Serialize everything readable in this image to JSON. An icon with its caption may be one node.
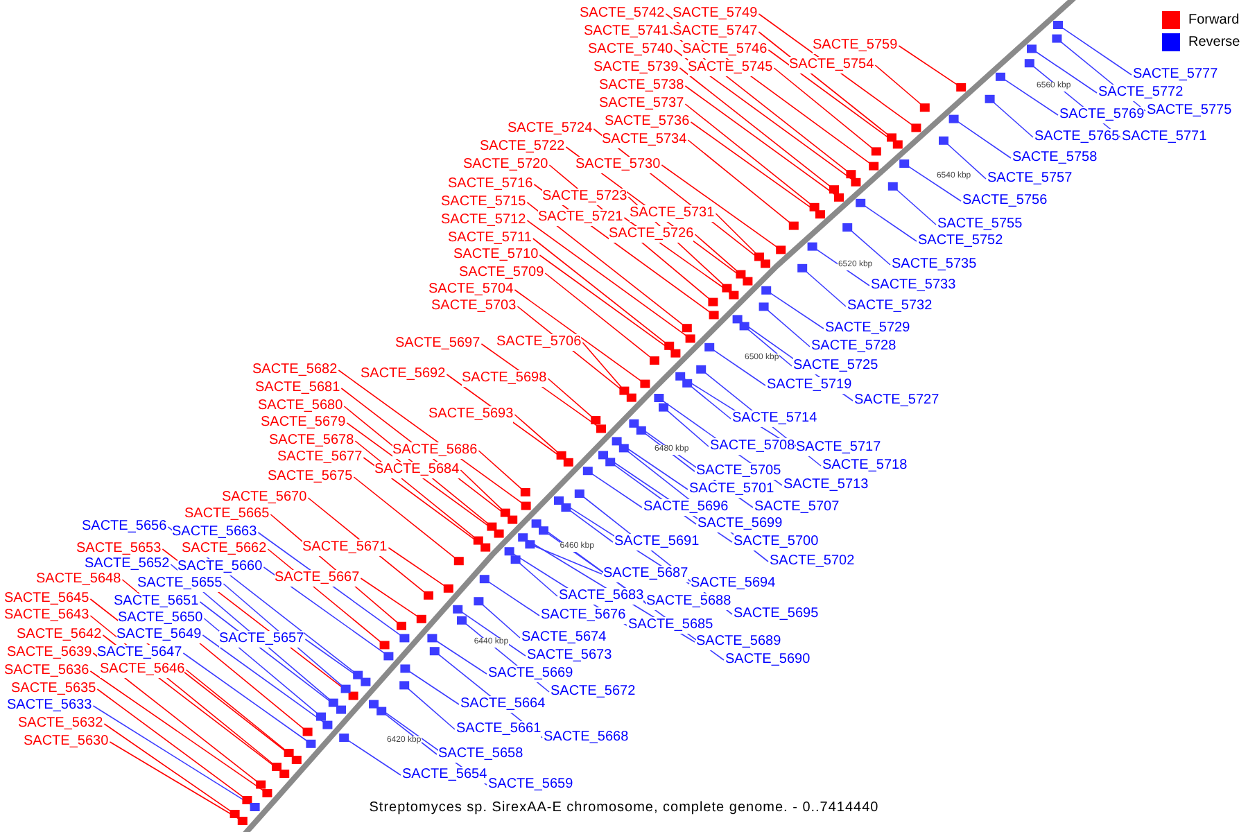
{
  "diagram": {
    "caption": "Streptomyces sp. SirexAA-E chromosome, complete genome. - 0..7414440",
    "nodes": [
      {
        "text": [
          "SACTE_5742"
        ]
      },
      {
        "text": [
          "SACTE_5741"
        ]
      },
      {
        "text": [
          "SACTE_5740"
        ]
      },
      {
        "text": [
          "SACTE_5739"
        ]
      },
      {
        "text": [
          "SACTE_5738"
        ]
      },
      {
        "text": [
          "SACTE_5737"
        ]
      },
      {
        "text": [
          "SACTE_5736"
        ]
      },
      {
        "text": [
          "SACTE_5734"
        ]
      },
      {
        "text": [
          "SACTE_5749"
        ]
      },
      {
        "text": [
          "SACTE_5747"
        ]
      },
      {
        "text": [
          "SACTE_5746"
        ]
      },
      {
        "text": [
          "SACTE_5745"
        ]
      },
      {
        "text": [
          "SACTE_5759"
        ]
      },
      {
        "text": [
          "SACTE_5754"
        ]
      },
      {
        "text": [
          "SACTE_5724"
        ]
      },
      {
        "text": [
          "SACTE_5722"
        ]
      },
      {
        "text": [
          "SACTE_5720"
        ]
      },
      {
        "text": [
          "SACTE_5716"
        ]
      },
      {
        "text": [
          "SACTE_5715"
        ]
      },
      {
        "text": [
          "SACTE_5712"
        ]
      },
      {
        "text": [
          "SACTE_5711"
        ]
      },
      {
        "text": [
          "SACTE_5710"
        ]
      },
      {
        "text": [
          "SACTE_5709"
        ]
      },
      {
        "text": [
          "SACTE_5704"
        ]
      },
      {
        "text": [
          "SACTE_5703"
        ]
      },
      {
        "text": [
          "SACTE_5730"
        ]
      },
      {
        "text": [
          "SACTE_5723"
        ]
      },
      {
        "text": [
          "SACTE_5721"
        ]
      },
      {
        "text": [
          "SACTE_5731"
        ]
      },
      {
        "text": [
          "SACTE_5726"
        ]
      },
      {
        "text": [
          "SACTE_5706"
        ]
      },
      {
        "text": [
          "SACTE_5697"
        ]
      },
      {
        "text": [
          "SACTE_5698"
        ]
      },
      {
        "text": [
          "SACTE_5692"
        ]
      },
      {
        "text": [
          "SACTE_5693"
        ]
      },
      {
        "text": [
          "SACTE_5682"
        ]
      },
      {
        "text": [
          "SACTE_5681"
        ]
      },
      {
        "text": [
          "SACTE_5680"
        ]
      },
      {
        "text": [
          "SACTE_5679"
        ]
      },
      {
        "text": [
          "SACTE_5678"
        ]
      },
      {
        "text": [
          "SACTE_5677"
        ]
      },
      {
        "text": [
          "SACTE_5675"
        ]
      },
      {
        "text": [
          "SACTE_5686"
        ]
      },
      {
        "text": [
          "SACTE_5684"
        ]
      },
      {
        "text": [
          "SACTE_5670"
        ]
      },
      {
        "text": [
          "SACTE_5665"
        ]
      },
      {
        "text": [
          "SACTE_5662"
        ]
      },
      {
        "text": [
          "SACTE_5653"
        ]
      },
      {
        "text": [
          "SACTE_5648"
        ]
      },
      {
        "text": [
          "SACTE_5645"
        ]
      },
      {
        "text": [
          "SACTE_5643"
        ]
      },
      {
        "text": [
          "SACTE_5642"
        ]
      },
      {
        "text": [
          "SACTE_5639"
        ]
      },
      {
        "text": [
          "SACTE_5636"
        ]
      },
      {
        "text": [
          "SACTE_5635"
        ]
      },
      {
        "text": [
          "SACTE_5632"
        ]
      },
      {
        "text": [
          "SACTE_5630"
        ]
      },
      {
        "text": [
          "SACTE_5671"
        ]
      },
      {
        "text": [
          "SACTE_5667"
        ]
      },
      {
        "text": [
          "SACTE_5646"
        ]
      },
      {
        "text": [
          "SACTE_5656"
        ]
      },
      {
        "text": [
          "SACTE_5663"
        ]
      },
      {
        "text": [
          "SACTE_5652"
        ]
      },
      {
        "text": [
          "SACTE_5660"
        ]
      },
      {
        "text": [
          "SACTE_5655"
        ]
      },
      {
        "text": [
          "SACTE_5651"
        ]
      },
      {
        "text": [
          "SACTE_5650"
        ]
      },
      {
        "text": [
          "SACTE_5649"
        ]
      },
      {
        "text": [
          "SACTE_5647"
        ]
      },
      {
        "text": [
          "SACTE_5633"
        ]
      },
      {
        "text": [
          "SACTE_5657"
        ]
      },
      {
        "text": [
          "SACTE_5777"
        ]
      },
      {
        "text": [
          "SACTE_5772"
        ]
      },
      {
        "text": [
          "SACTE_5775"
        ]
      },
      {
        "text": [
          "SACTE_5769"
        ]
      },
      {
        "text": [
          "SACTE_5765"
        ]
      },
      {
        "text": [
          "SACTE_5771"
        ]
      },
      {
        "text": [
          "SACTE_5758"
        ]
      },
      {
        "text": [
          "SACTE_5757"
        ]
      },
      {
        "text": [
          "SACTE_5756"
        ]
      },
      {
        "text": [
          "SACTE_5755"
        ]
      },
      {
        "text": [
          "SACTE_5752"
        ]
      },
      {
        "text": [
          "SACTE_5735"
        ]
      },
      {
        "text": [
          "SACTE_5733"
        ]
      },
      {
        "text": [
          "SACTE_5732"
        ]
      },
      {
        "text": [
          "SACTE_5729"
        ]
      },
      {
        "text": [
          "SACTE_5728"
        ]
      },
      {
        "text": [
          "SACTE_5725"
        ]
      },
      {
        "text": [
          "SACTE_5719"
        ]
      },
      {
        "text": [
          "SACTE_5727"
        ]
      },
      {
        "text": [
          "SACTE_5714"
        ]
      },
      {
        "text": [
          "SACTE_5708"
        ]
      },
      {
        "text": [
          "SACTE_5717"
        ]
      },
      {
        "text": [
          "SACTE_5705"
        ]
      },
      {
        "text": [
          "SACTE_5718"
        ]
      },
      {
        "text": [
          "SACTE_5713"
        ]
      },
      {
        "text": [
          "SACTE_5701"
        ]
      },
      {
        "text": [
          "SACTE_5707"
        ]
      },
      {
        "text": [
          "SACTE_5696"
        ]
      },
      {
        "text": [
          "SACTE_5699"
        ]
      },
      {
        "text": [
          "SACTE_5700"
        ]
      },
      {
        "text": [
          "SACTE_5691"
        ]
      },
      {
        "text": [
          "SACTE_5702"
        ]
      },
      {
        "text": [
          "SACTE_5687"
        ]
      },
      {
        "text": [
          "SACTE_5694"
        ]
      },
      {
        "text": [
          "SACTE_5683"
        ]
      },
      {
        "text": [
          "SACTE_5688"
        ]
      },
      {
        "text": [
          "SACTE_5695"
        ]
      },
      {
        "text": [
          "SACTE_5685"
        ]
      },
      {
        "text": [
          "SACTE_5676"
        ]
      },
      {
        "text": [
          "SACTE_5689"
        ]
      },
      {
        "text": [
          "SACTE_5674"
        ]
      },
      {
        "text": [
          "SACTE_5673"
        ]
      },
      {
        "text": [
          "SACTE_5690"
        ]
      },
      {
        "text": [
          "SACTE_5669"
        ]
      },
      {
        "text": [
          "SACTE_5672"
        ]
      },
      {
        "text": [
          "SACTE_5664"
        ]
      },
      {
        "text": [
          "SACTE_5661"
        ]
      },
      {
        "text": [
          "SACTE_5668"
        ]
      },
      {
        "text": [
          "SACTE_5658"
        ]
      },
      {
        "text": [
          "SACTE_5654"
        ]
      },
      {
        "text": [
          "SACTE_5659"
        ]
      },
      {
        "text": [],
        "shape": "box"
      },
      {
        "text": [],
        "shape": "box"
      },
      {
        "text": [],
        "shape": "box"
      },
      {
        "text": [],
        "shape": "box"
      },
      {
        "text": [],
        "shape": "box"
      },
      {
        "text": [],
        "shape": "box"
      },
      {
        "text": [],
        "shape": "box"
      },
      {
        "text": [],
        "shape": "box"
      },
      {
        "text": [],
        "shape": "box"
      },
      {
        "text": [],
        "shape": "box"
      },
      {
        "text": [],
        "shape": "box"
      },
      {
        "text": [],
        "shape": "box"
      },
      {
        "text": [],
        "shape": "box"
      },
      {
        "text": [],
        "shape": "box"
      },
      {
        "text": [],
        "shape": "box"
      },
      {
        "text": [],
        "shape": "box"
      },
      {
        "text": [],
        "shape": "box"
      },
      {
        "text": [],
        "shape": "box"
      },
      {
        "text": [],
        "shape": "box"
      },
      {
        "text": [],
        "shape": "box"
      },
      {
        "text": [],
        "shape": "box"
      },
      {
        "text": [],
        "shape": "box"
      },
      {
        "text": [],
        "shape": "box"
      },
      {
        "text": [],
        "shape": "box"
      },
      {
        "text": [],
        "shape": "box"
      },
      {
        "text": [],
        "shape": "box"
      },
      {
        "text": [],
        "shape": "box"
      },
      {
        "text": [],
        "shape": "box"
      },
      {
        "text": [],
        "shape": "box"
      },
      {
        "text": [],
        "shape": "box"
      },
      {
        "text": [],
        "shape": "box"
      },
      {
        "text": [],
        "shape": "box"
      },
      {
        "text": [],
        "shape": "box"
      },
      {
        "text": [],
        "shape": "box"
      },
      {
        "text": [],
        "shape": "box"
      },
      {
        "text": [],
        "shape": "box"
      },
      {
        "text": [],
        "shape": "box"
      },
      {
        "text": [],
        "shape": "box"
      },
      {
        "text": [],
        "shape": "box"
      },
      {
        "text": [],
        "shape": "box"
      },
      {
        "text": [],
        "shape": "box"
      },
      {
        "text": [],
        "shape": "box"
      },
      {
        "text": [],
        "shape": "box"
      },
      {
        "text": [],
        "shape": "box"
      },
      {
        "text": [],
        "shape": "box"
      },
      {
        "text": [],
        "shape": "box"
      },
      {
        "text": [],
        "shape": "box"
      },
      {
        "text": [],
        "shape": "box"
      },
      {
        "text": [],
        "shape": "box"
      },
      {
        "text": [],
        "shape": "box"
      },
      {
        "text": [],
        "shape": "box"
      },
      {
        "text": [],
        "shape": "box"
      },
      {
        "text": [],
        "shape": "box"
      },
      {
        "text": [],
        "shape": "box"
      },
      {
        "text": [],
        "shape": "box"
      },
      {
        "text": [],
        "shape": "box"
      },
      {
        "text": [],
        "shape": "box"
      },
      {
        "text": [],
        "shape": "box"
      },
      {
        "text": [],
        "shape": "box"
      },
      {
        "text": [],
        "shape": "box"
      },
      {
        "text": [],
        "shape": "box"
      },
      {
        "text": [],
        "shape": "box"
      },
      {
        "text": [],
        "shape": "box"
      },
      {
        "text": [],
        "shape": "box"
      },
      {
        "text": [],
        "shape": "box"
      },
      {
        "text": [],
        "shape": "box"
      },
      {
        "text": [],
        "shape": "box"
      },
      {
        "text": [],
        "shape": "box"
      },
      {
        "text": [],
        "shape": "box"
      },
      {
        "text": [],
        "shape": "box"
      },
      {
        "text": [],
        "shape": "box"
      },
      {
        "text": [],
        "shape": "box"
      },
      {
        "text": [],
        "shape": "box"
      },
      {
        "text": [],
        "shape": "box"
      },
      {
        "text": [],
        "shape": "box"
      },
      {
        "text": [],
        "shape": "box"
      },
      {
        "text": [],
        "shape": "box"
      },
      {
        "text": [],
        "shape": "box"
      },
      {
        "text": [],
        "shape": "box"
      },
      {
        "text": [],
        "shape": "box"
      },
      {
        "text": [],
        "shape": "box"
      },
      {
        "text": [],
        "shape": "box"
      },
      {
        "text": [],
        "shape": "box"
      },
      {
        "text": [],
        "shape": "box"
      },
      {
        "text": [],
        "shape": "box"
      },
      {
        "text": [],
        "shape": "box"
      },
      {
        "text": [],
        "shape": "box"
      },
      {
        "text": [],
        "shape": "box"
      },
      {
        "text": [],
        "shape": "box"
      },
      {
        "text": [],
        "shape": "box"
      },
      {
        "text": [],
        "shape": "box"
      },
      {
        "text": [],
        "shape": "box"
      },
      {
        "text": [],
        "shape": "box"
      },
      {
        "text": [],
        "shape": "box"
      },
      {
        "text": [],
        "shape": "box"
      },
      {
        "text": [],
        "shape": "box"
      },
      {
        "text": [],
        "shape": "box"
      },
      {
        "text": [],
        "shape": "box"
      },
      {
        "text": [],
        "shape": "box"
      },
      {
        "text": [],
        "shape": "box"
      },
      {
        "text": [],
        "shape": "box"
      },
      {
        "text": [],
        "shape": "box"
      },
      {
        "text": [],
        "shape": "box"
      },
      {
        "text": [],
        "shape": "box"
      },
      {
        "text": [],
        "shape": "box"
      },
      {
        "text": [],
        "shape": "box"
      },
      {
        "text": [],
        "shape": "box"
      },
      {
        "text": [],
        "shape": "box"
      },
      {
        "text": [],
        "shape": "box"
      },
      {
        "text": [],
        "shape": "box"
      },
      {
        "text": [],
        "shape": "box"
      },
      {
        "text": [],
        "shape": "box"
      },
      {
        "text": [],
        "shape": "box"
      },
      {
        "text": [],
        "shape": "box"
      },
      {
        "text": [],
        "shape": "box"
      },
      {
        "text": [],
        "shape": "box"
      },
      {
        "text": [],
        "shape": "box"
      },
      {
        "text": [],
        "shape": "box"
      },
      {
        "text": [],
        "shape": "box"
      },
      {
        "text": [],
        "shape": "box"
      },
      {
        "text": [],
        "shape": "box"
      },
      {
        "text": [],
        "shape": "box"
      }
    ],
    "edges": [
      {
        "from": 0,
        "to": 122,
        "arrow": "none",
        "color": "#ff0000"
      },
      {
        "from": 1,
        "to": 123,
        "arrow": "none",
        "color": "#ff0000"
      },
      {
        "from": 2,
        "to": 124,
        "arrow": "none",
        "color": "#ff0000"
      },
      {
        "from": 3,
        "to": 125,
        "arrow": "none",
        "color": "#ff0000"
      },
      {
        "from": 4,
        "to": 126,
        "arrow": "none",
        "color": "#ff0000"
      },
      {
        "from": 5,
        "to": 127,
        "arrow": "none",
        "color": "#ff0000"
      },
      {
        "from": 6,
        "to": 128,
        "arrow": "none",
        "color": "#ff0000"
      },
      {
        "from": 7,
        "to": 129,
        "arrow": "none",
        "color": "#ff0000"
      },
      {
        "from": 8,
        "to": 130,
        "arrow": "none",
        "color": "#ff0000"
      },
      {
        "from": 9,
        "to": 131,
        "arrow": "none",
        "color": "#ff0000"
      },
      {
        "from": 10,
        "to": 132,
        "arrow": "none",
        "color": "#ff0000"
      },
      {
        "from": 11,
        "to": 133,
        "arrow": "none",
        "color": "#ff0000"
      },
      {
        "from": 12,
        "to": 134,
        "arrow": "none",
        "color": "#ff0000"
      },
      {
        "from": 13,
        "to": 135,
        "arrow": "none",
        "color": "#ff0000"
      },
      {
        "from": 14,
        "to": 136,
        "arrow": "none",
        "color": "#ff0000"
      },
      {
        "from": 15,
        "to": 137,
        "arrow": "none",
        "color": "#ff0000"
      },
      {
        "from": 16,
        "to": 138,
        "arrow": "none",
        "color": "#ff0000"
      },
      {
        "from": 17,
        "to": 139,
        "arrow": "none",
        "color": "#ff0000"
      },
      {
        "from": 18,
        "to": 140,
        "arrow": "none",
        "color": "#ff0000"
      },
      {
        "from": 19,
        "to": 141,
        "arrow": "none",
        "color": "#ff0000"
      },
      {
        "from": 20,
        "to": 142,
        "arrow": "none",
        "color": "#ff0000"
      },
      {
        "from": 21,
        "to": 143,
        "arrow": "none",
        "color": "#ff0000"
      },
      {
        "from": 22,
        "to": 144,
        "arrow": "none",
        "color": "#ff0000"
      },
      {
        "from": 23,
        "to": 145,
        "arrow": "none",
        "color": "#ff0000"
      },
      {
        "from": 24,
        "to": 146,
        "arrow": "none",
        "color": "#ff0000"
      },
      {
        "from": 25,
        "to": 147,
        "arrow": "none",
        "color": "#ff0000"
      },
      {
        "from": 26,
        "to": 148,
        "arrow": "none",
        "color": "#ff0000"
      },
      {
        "from": 27,
        "to": 149,
        "arrow": "none",
        "color": "#ff0000"
      },
      {
        "from": 28,
        "to": 150,
        "arrow": "none",
        "color": "#ff0000"
      },
      {
        "from": 29,
        "to": 151,
        "arrow": "none",
        "color": "#ff0000"
      },
      {
        "from": 30,
        "to": 152,
        "arrow": "none",
        "color": "#ff0000"
      },
      {
        "from": 31,
        "to": 153,
        "arrow": "none",
        "color": "#ff0000"
      },
      {
        "from": 32,
        "to": 154,
        "arrow": "none",
        "color": "#ff0000"
      },
      {
        "from": 33,
        "to": 155,
        "arrow": "none",
        "color": "#ff0000"
      },
      {
        "from": 34,
        "to": 156,
        "arrow": "none",
        "color": "#ff0000"
      },
      {
        "from": 35,
        "to": 157,
        "arrow": "none",
        "color": "#ff0000"
      },
      {
        "from": 36,
        "to": 158,
        "arrow": "none",
        "color": "#ff0000"
      },
      {
        "from": 37,
        "to": 159,
        "arrow": "none",
        "color": "#ff0000"
      },
      {
        "from": 38,
        "to": 160,
        "arrow": "none",
        "color": "#ff0000"
      },
      {
        "from": 39,
        "to": 161,
        "arrow": "none",
        "color": "#ff0000"
      },
      {
        "from": 40,
        "to": 162,
        "arrow": "none",
        "color": "#ff0000"
      },
      {
        "from": 41,
        "to": 163,
        "arrow": "none",
        "color": "#ff0000"
      },
      {
        "from": 42,
        "to": 164,
        "arrow": "none",
        "color": "#ff0000"
      },
      {
        "from": 43,
        "to": 165,
        "arrow": "none",
        "color": "#ff0000"
      },
      {
        "from": 44,
        "to": 166,
        "arrow": "none",
        "color": "#ff0000"
      },
      {
        "from": 45,
        "to": 167,
        "arrow": "none",
        "color": "#ff0000"
      },
      {
        "from": 46,
        "to": 168,
        "arrow": "none",
        "color": "#ff0000"
      },
      {
        "from": 47,
        "to": 169,
        "arrow": "none",
        "color": "#ff0000"
      },
      {
        "from": 48,
        "to": 170,
        "arrow": "none",
        "color": "#ff0000"
      },
      {
        "from": 49,
        "to": 171,
        "arrow": "none",
        "color": "#ff0000"
      },
      {
        "from": 50,
        "to": 172,
        "arrow": "none",
        "color": "#ff0000"
      },
      {
        "from": 51,
        "to": 173,
        "arrow": "none",
        "color": "#ff0000"
      },
      {
        "from": 52,
        "to": 174,
        "arrow": "none",
        "color": "#ff0000"
      },
      {
        "from": 53,
        "to": 175,
        "arrow": "none",
        "color": "#ff0000"
      },
      {
        "from": 54,
        "to": 176,
        "arrow": "none",
        "color": "#ff0000"
      },
      {
        "from": 55,
        "to": 177,
        "arrow": "none",
        "color": "#ff0000"
      },
      {
        "from": 56,
        "to": 178,
        "arrow": "none",
        "color": "#ff0000"
      },
      {
        "from": 57,
        "to": 179,
        "arrow": "none",
        "color": "#ff0000"
      },
      {
        "from": 58,
        "to": 180,
        "arrow": "none",
        "color": "#ff0000"
      },
      {
        "from": 59,
        "to": 181,
        "arrow": "none",
        "color": "#ff0000"
      },
      {
        "from": 60,
        "to": 182,
        "arrow": "none"
      },
      {
        "from": 61,
        "to": 183,
        "arrow": "none"
      },
      {
        "from": 62,
        "to": 184,
        "arrow": "none"
      },
      {
        "from": 63,
        "to": 185,
        "arrow": "none"
      },
      {
        "from": 64,
        "to": 186,
        "arrow": "none"
      },
      {
        "from": 65,
        "to": 187,
        "arrow": "none"
      },
      {
        "from": 66,
        "to": 188,
        "arrow": "none"
      },
      {
        "from": 67,
        "to": 189,
        "arrow": "none"
      },
      {
        "from": 68,
        "to": 190,
        "arrow": "none"
      },
      {
        "from": 69,
        "to": 191,
        "arrow": "none"
      },
      {
        "from": 70,
        "to": 192,
        "arrow": "none"
      },
      {
        "from": 71,
        "to": 193,
        "arrow": "none"
      },
      {
        "from": 72,
        "to": 194,
        "arrow": "none"
      },
      {
        "from": 73,
        "to": 195,
        "arrow": "none"
      },
      {
        "from": 74,
        "to": 196,
        "arrow": "none"
      },
      {
        "from": 75,
        "to": 197,
        "arrow": "none"
      },
      {
        "from": 76,
        "to": 198,
        "arrow": "none"
      },
      {
        "from": 77,
        "to": 199,
        "arrow": "none"
      },
      {
        "from": 78,
        "to": 200,
        "arrow": "none"
      },
      {
        "from": 79,
        "to": 201,
        "arrow": "none"
      },
      {
        "from": 80,
        "to": 202,
        "arrow": "none"
      },
      {
        "from": 81,
        "to": 203,
        "arrow": "none"
      },
      {
        "from": 82,
        "to": 204,
        "arrow": "none"
      },
      {
        "from": 83,
        "to": 205,
        "arrow": "none"
      },
      {
        "from": 84,
        "to": 206,
        "arrow": "none"
      },
      {
        "from": 85,
        "to": 207,
        "arrow": "none"
      },
      {
        "from": 86,
        "to": 208,
        "arrow": "none"
      },
      {
        "from": 87,
        "to": 209,
        "arrow": "none"
      },
      {
        "from": 88,
        "to": 210,
        "arrow": "none"
      },
      {
        "from": 89,
        "to": 211,
        "arrow": "none"
      },
      {
        "from": 90,
        "to": 212,
        "arrow": "none"
      },
      {
        "from": 91,
        "to": 213,
        "arrow": "none"
      },
      {
        "from": 92,
        "to": 214,
        "arrow": "none"
      },
      {
        "from": 93,
        "to": 215,
        "arrow": "none"
      },
      {
        "from": 94,
        "to": 216,
        "arrow": "none"
      },
      {
        "from": 95,
        "to": 217,
        "arrow": "none"
      },
      {
        "from": 96,
        "to": 218,
        "arrow": "none"
      },
      {
        "from": 97,
        "to": 219,
        "arrow": "none"
      },
      {
        "from": 98,
        "to": 220,
        "arrow": "none"
      },
      {
        "from": 99,
        "to": 221,
        "arrow": "none"
      },
      {
        "from": 100,
        "to": 222,
        "arrow": "none"
      },
      {
        "from": 101,
        "to": 223,
        "arrow": "none"
      },
      {
        "from": 102,
        "to": 224,
        "arrow": "none"
      },
      {
        "from": 103,
        "to": 225,
        "arrow": "none"
      },
      {
        "from": 104,
        "to": 226,
        "arrow": "none"
      },
      {
        "from": 105,
        "to": 227,
        "arrow": "none"
      },
      {
        "from": 106,
        "to": 228,
        "arrow": "none"
      },
      {
        "from": 107,
        "to": 229,
        "arrow": "none"
      },
      {
        "from": 108,
        "to": 230,
        "arrow": "none"
      },
      {
        "from": 109,
        "to": 231,
        "arrow": "none"
      },
      {
        "from": 110,
        "to": 232,
        "arrow": "none"
      },
      {
        "from": 111,
        "to": 233,
        "arrow": "none"
      },
      {
        "from": 112,
        "to": 234,
        "arrow": "none"
      },
      {
        "from": 113,
        "to": 235,
        "arrow": "none"
      },
      {
        "from": 114,
        "to": 236,
        "arrow": "none"
      },
      {
        "from": 115,
        "to": 237,
        "arrow": "none"
      },
      {
        "from": 116,
        "to": 238,
        "arrow": "none"
      },
      {
        "from": 117,
        "to": 239,
        "arrow": "none"
      },
      {
        "from": 118,
        "to": 240,
        "arrow": "none"
      },
      {
        "from": 119,
        "to": 241,
        "arrow": "none"
      },
      {
        "from": 120,
        "to": 242,
        "arrow": "none"
      },
      {
        "from": 121,
        "to": 243,
        "arrow": "none"
      }
    ],
    "labels": [
      "6420 kbp",
      "6440 kbp",
      "6460 kbp",
      "6480 kbp",
      "6500 kbp",
      "6520 kbp",
      "6540 kbp",
      "6560 kbp"
    ],
    "legend": [
      {
        "text": "Forward",
        "color": "#ff0000"
      },
      {
        "text": "Reverse",
        "color": "#0000ff"
      }
    ]
  }
}
